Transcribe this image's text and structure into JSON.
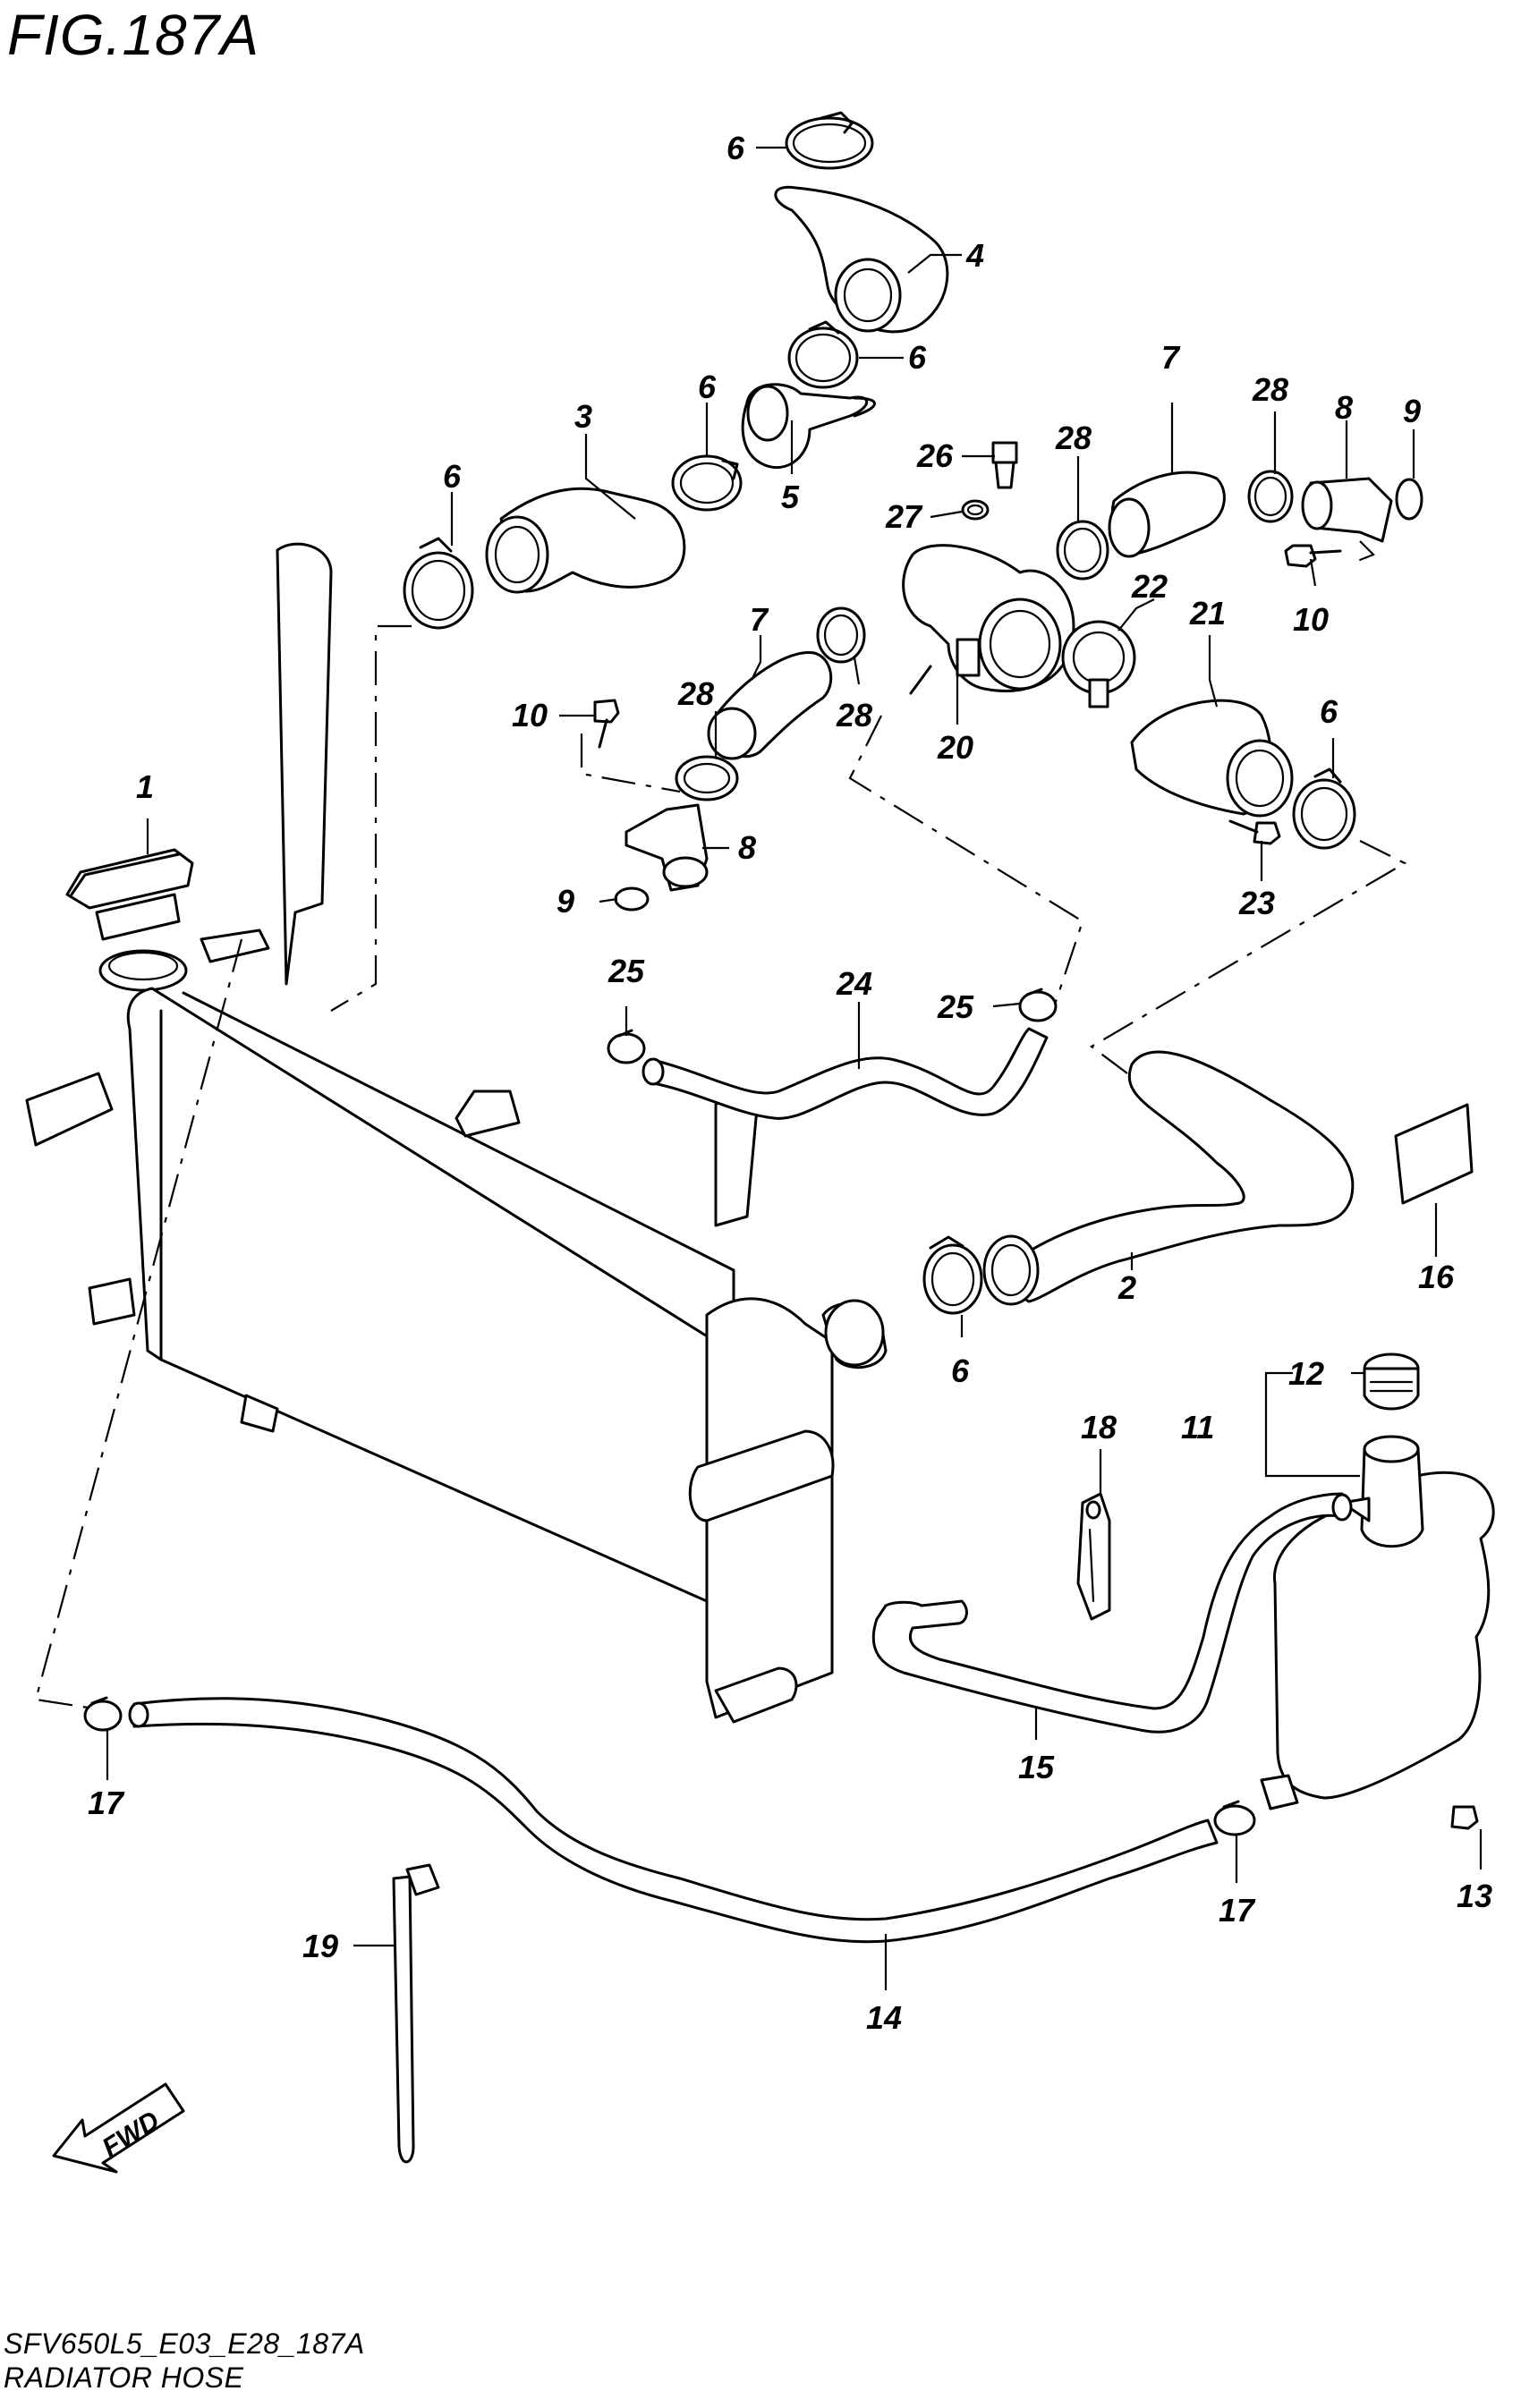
{
  "figure": {
    "title": "FIG.187A",
    "code": "SFV650L5_E03_E28_187A",
    "name": "RADIATOR HOSE"
  },
  "fwd_label": "FWD",
  "callouts": [
    {
      "id": "c6a",
      "text": "6"
    },
    {
      "id": "c4",
      "text": "4"
    },
    {
      "id": "c6b",
      "text": "6"
    },
    {
      "id": "c3",
      "text": "3"
    },
    {
      "id": "c6c",
      "text": "6"
    },
    {
      "id": "c5",
      "text": "5"
    },
    {
      "id": "c6d",
      "text": "6"
    },
    {
      "id": "c26",
      "text": "26"
    },
    {
      "id": "c27",
      "text": "27"
    },
    {
      "id": "c28a",
      "text": "28"
    },
    {
      "id": "c7a",
      "text": "7"
    },
    {
      "id": "c28b",
      "text": "28"
    },
    {
      "id": "c8a",
      "text": "8"
    },
    {
      "id": "c9a",
      "text": "9"
    },
    {
      "id": "c10a",
      "text": "10"
    },
    {
      "id": "c22",
      "text": "22"
    },
    {
      "id": "c21",
      "text": "21"
    },
    {
      "id": "c7b",
      "text": "7"
    },
    {
      "id": "c28c",
      "text": "28"
    },
    {
      "id": "c28d",
      "text": "28"
    },
    {
      "id": "c10b",
      "text": "10"
    },
    {
      "id": "c20",
      "text": "20"
    },
    {
      "id": "c6e",
      "text": "6"
    },
    {
      "id": "c8b",
      "text": "8"
    },
    {
      "id": "c9b",
      "text": "9"
    },
    {
      "id": "c23",
      "text": "23"
    },
    {
      "id": "c1",
      "text": "1"
    },
    {
      "id": "c25a",
      "text": "25"
    },
    {
      "id": "c24",
      "text": "24"
    },
    {
      "id": "c25b",
      "text": "25"
    },
    {
      "id": "c16",
      "text": "16"
    },
    {
      "id": "c2",
      "text": "2"
    },
    {
      "id": "c6f",
      "text": "6"
    },
    {
      "id": "c12",
      "text": "12"
    },
    {
      "id": "c18",
      "text": "18"
    },
    {
      "id": "c11",
      "text": "11"
    },
    {
      "id": "c15",
      "text": "15"
    },
    {
      "id": "c17a",
      "text": "17"
    },
    {
      "id": "c17b",
      "text": "17"
    },
    {
      "id": "c13",
      "text": "13"
    },
    {
      "id": "c19",
      "text": "19"
    },
    {
      "id": "c14",
      "text": "14"
    }
  ]
}
